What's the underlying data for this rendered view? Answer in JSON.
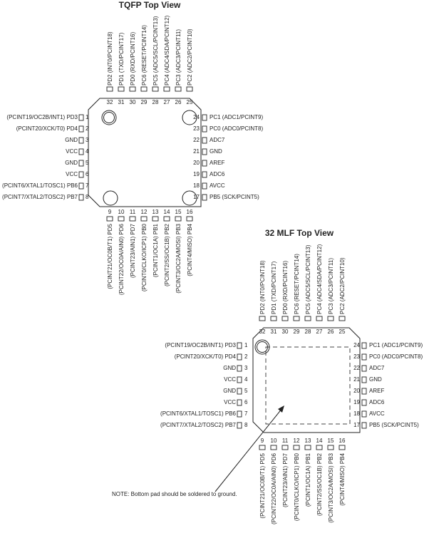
{
  "tqfp": {
    "title": "TQFP Top View",
    "left": [
      {
        "n": "1",
        "label": "(PCINT19/OC2B/INT1) PD3"
      },
      {
        "n": "2",
        "label": "(PCINT20/XCK/T0) PD4"
      },
      {
        "n": "3",
        "label": "GND"
      },
      {
        "n": "4",
        "label": "VCC"
      },
      {
        "n": "5",
        "label": "GND"
      },
      {
        "n": "6",
        "label": "VCC"
      },
      {
        "n": "7",
        "label": "(PCINT6/XTAL1/TOSC1) PB6"
      },
      {
        "n": "8",
        "label": "(PCINT7/XTAL2/TOSC2) PB7"
      }
    ],
    "right": [
      {
        "n": "24",
        "label": "PC1 (ADC1/PCINT9)"
      },
      {
        "n": "23",
        "label": "PC0 (ADC0/PCINT8)"
      },
      {
        "n": "22",
        "label": "ADC7"
      },
      {
        "n": "21",
        "label": "GND"
      },
      {
        "n": "20",
        "label": "AREF"
      },
      {
        "n": "19",
        "label": "ADC6"
      },
      {
        "n": "18",
        "label": "AVCC"
      },
      {
        "n": "17",
        "label": "PB5 (SCK/PCINT5)"
      }
    ],
    "top": [
      {
        "n": "32",
        "label": "PD2 (INT0/PCINT18)"
      },
      {
        "n": "31",
        "label": "PD1 (TXD/PCINT17)"
      },
      {
        "n": "30",
        "label": "PD0 (RXD/PCINT16)"
      },
      {
        "n": "29",
        "label": "PC6 (RESET/PCINT14)"
      },
      {
        "n": "28",
        "label": "PC5 (ADC5/SCL/PCINT13)"
      },
      {
        "n": "27",
        "label": "PC4 (ADC4/SDA/PCINT12)"
      },
      {
        "n": "26",
        "label": "PC3 (ADC3/PCINT11)"
      },
      {
        "n": "25",
        "label": "PC2 (ADC2/PCINT10)"
      }
    ],
    "bottom": [
      {
        "n": "9",
        "label": "(PCINT21/OC0B/T1) PD5"
      },
      {
        "n": "10",
        "label": "(PCINT22/OC0A/AIN0) PD6"
      },
      {
        "n": "11",
        "label": "(PCINT23/AIN1) PD7"
      },
      {
        "n": "12",
        "label": "(PCINT0/CLKO/ICP1) PB0"
      },
      {
        "n": "13",
        "label": "(PCINT1/OC1A) PB1"
      },
      {
        "n": "14",
        "label": "(PCINT2/SS/OC1B) PB2"
      },
      {
        "n": "15",
        "label": "(PCINT3/OC2A/MOSI) PB3"
      },
      {
        "n": "16",
        "label": "(PCINT4/MISO) PB4"
      }
    ]
  },
  "mlf": {
    "title": "32 MLF Top View",
    "note": "NOTE: Bottom pad should be soldered to ground.",
    "left": [
      {
        "n": "1",
        "label": "(PCINT19/OC2B/INT1) PD3"
      },
      {
        "n": "2",
        "label": "(PCINT20/XCK/T0) PD4"
      },
      {
        "n": "3",
        "label": "GND"
      },
      {
        "n": "4",
        "label": "VCC"
      },
      {
        "n": "5",
        "label": "GND"
      },
      {
        "n": "6",
        "label": "VCC"
      },
      {
        "n": "7",
        "label": "(PCINT6/XTAL1/TOSC1) PB6"
      },
      {
        "n": "8",
        "label": "(PCINT7/XTAL2/TOSC2) PB7"
      }
    ],
    "right": [
      {
        "n": "24",
        "label": "PC1 (ADC1/PCINT9)"
      },
      {
        "n": "23",
        "label": "PC0 (ADC0/PCINT8)"
      },
      {
        "n": "22",
        "label": "ADC7"
      },
      {
        "n": "21",
        "label": "GND"
      },
      {
        "n": "20",
        "label": "AREF"
      },
      {
        "n": "19",
        "label": "ADC6"
      },
      {
        "n": "18",
        "label": "AVCC"
      },
      {
        "n": "17",
        "label": "PB5 (SCK/PCINT5)"
      }
    ],
    "top": [
      {
        "n": "32",
        "label": "PD2 (INT0/PCINT18)"
      },
      {
        "n": "31",
        "label": "PD1 (TXD/PCINT17)"
      },
      {
        "n": "30",
        "label": "PD0 (RXD/PCINT16)"
      },
      {
        "n": "29",
        "label": "PC6 (RESET/PCINT14)"
      },
      {
        "n": "28",
        "label": "PC5 (ADC5/SCL/PCINT13)"
      },
      {
        "n": "27",
        "label": "PC4 (ADC4/SDA/PCINT12)"
      },
      {
        "n": "26",
        "label": "PC3 (ADC3/PCINT11)"
      },
      {
        "n": "25",
        "label": "PC2 (ADC2/PCINT10)"
      }
    ],
    "bottom": [
      {
        "n": "9",
        "label": "(PCINT21/OC0B/T1) PD5"
      },
      {
        "n": "10",
        "label": "(PCINT22/OC0A/AIN0) PD6"
      },
      {
        "n": "11",
        "label": "(PCINT23/AIN1) PD7"
      },
      {
        "n": "12",
        "label": "(PCINT0/CLKO/ICP1) PB0"
      },
      {
        "n": "13",
        "label": "(PCINT1/OC1A) PB1"
      },
      {
        "n": "14",
        "label": "(PCINT2/SS/OC1B) PB2"
      },
      {
        "n": "15",
        "label": "(PCINT3/OC2A/MOSI) PB3"
      },
      {
        "n": "16",
        "label": "(PCINT4/MISO) PB4"
      }
    ]
  }
}
